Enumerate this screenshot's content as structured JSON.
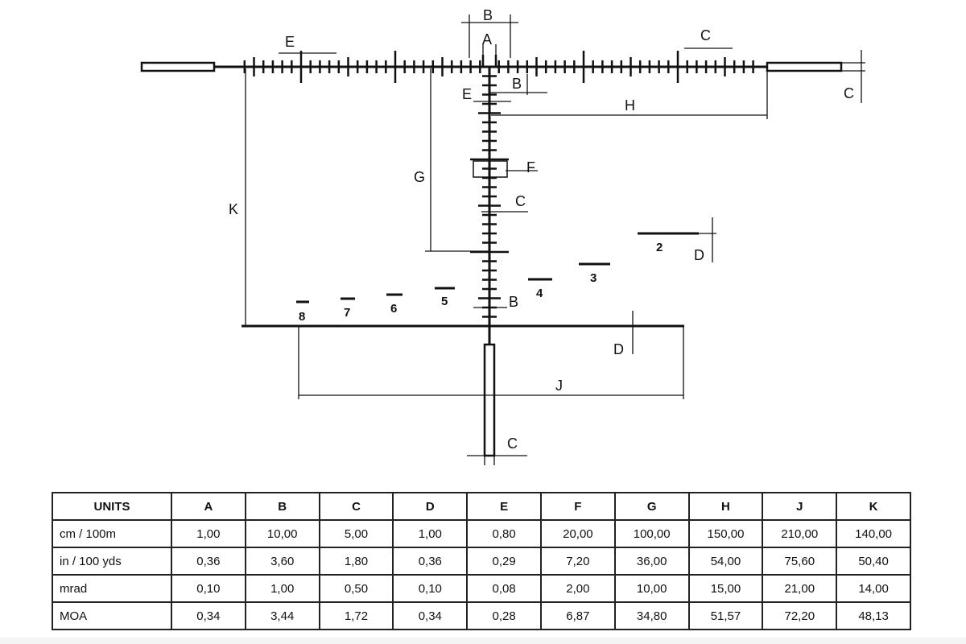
{
  "diagram": {
    "labels": {
      "top_B": "B",
      "top_A": "A",
      "top_E": "E",
      "top_C": "C",
      "right_C": "C",
      "mid_B": "B",
      "mid_E": "E",
      "H": "H",
      "K": "K",
      "G": "G",
      "F": "F",
      "mid_C": "C",
      "D_upper": "D",
      "bottom_B": "B",
      "D_lower": "D",
      "J": "J",
      "bottom_C": "C"
    },
    "range_marks": [
      "2",
      "3",
      "4",
      "5",
      "6",
      "7",
      "8"
    ]
  },
  "table": {
    "headers": [
      "UNITS",
      "A",
      "B",
      "C",
      "D",
      "E",
      "F",
      "G",
      "H",
      "J",
      "K"
    ],
    "rows": [
      {
        "unit": "cm / 100m",
        "values": [
          "1,00",
          "10,00",
          "5,00",
          "1,00",
          "0,80",
          "20,00",
          "100,00",
          "150,00",
          "210,00",
          "140,00"
        ]
      },
      {
        "unit": "in / 100 yds",
        "values": [
          "0,36",
          "3,60",
          "1,80",
          "0,36",
          "0,29",
          "7,20",
          "36,00",
          "54,00",
          "75,60",
          "50,40"
        ]
      },
      {
        "unit": "mrad",
        "values": [
          "0,10",
          "1,00",
          "0,50",
          "0,10",
          "0,08",
          "2,00",
          "10,00",
          "15,00",
          "21,00",
          "14,00"
        ]
      },
      {
        "unit": "MOA",
        "values": [
          "0,34",
          "3,44",
          "1,72",
          "0,34",
          "0,28",
          "6,87",
          "34,80",
          "51,57",
          "72,20",
          "48,13"
        ]
      }
    ]
  }
}
